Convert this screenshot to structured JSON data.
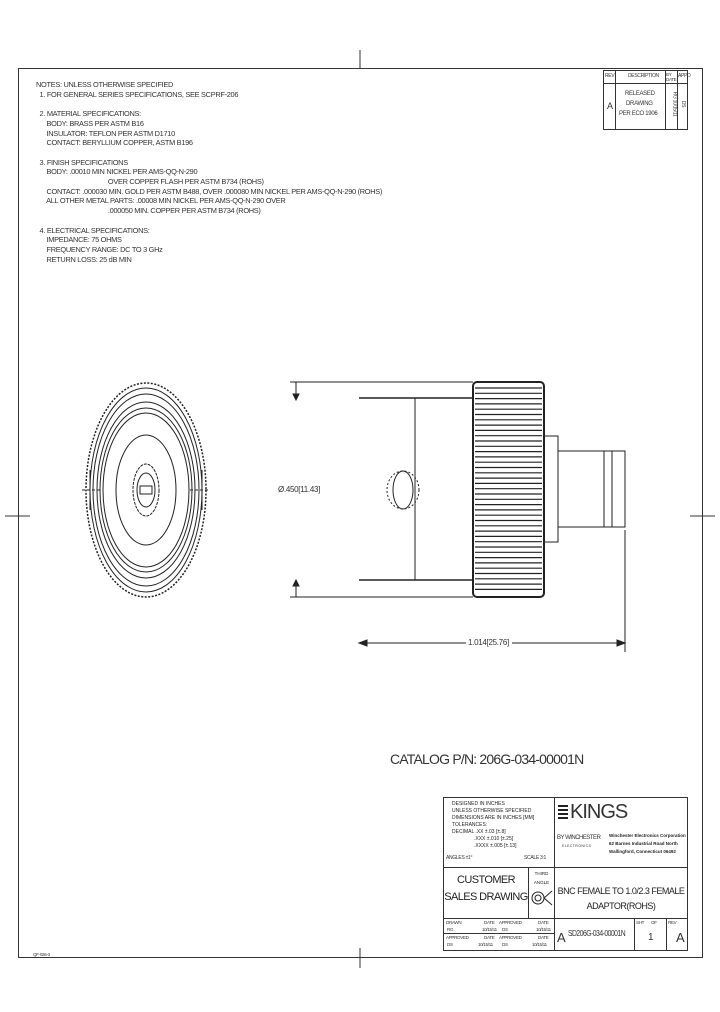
{
  "notes": {
    "header": "NOTES: UNLESS OTHERWISE SPECIFIED",
    "lines": [
      "  1. FOR GENERAL SERIES SPECIFICATIONS, SEE SCPRF-206",
      "",
      "  2. MATERIAL SPECIFICATIONS:",
      "      BODY: BRASS PER ASTM B16",
      "      INSULATOR: TEFLON PER ASTM D1710",
      "      CONTACT: BERYLLIUM COPPER, ASTM B196",
      "",
      "  3. FINISH SPECIFICATIONS",
      "      BODY: .00010 MIN NICKEL PER AMS-QQ-N-290",
      "                                         OVER COPPER FLASH PER ASTM B734 (ROHS)",
      "      CONTACT: .000030 MIN. GOLD PER ASTM B488, OVER .000080 MIN NICKEL PER AMS-QQ-N-290 (ROHS)",
      "      ALL OTHER METAL PARTS: .00008 MIN NICKEL PER AMS-QQ-N-290 OVER",
      "                                         .000050 MIN. COPPER PER ASTM B734 (ROHS)",
      "",
      "  4. ELECTRICAL SPECIFICATIONS:",
      "      IMPEDANCE: 75 OHMS",
      "      FREQUENCY RANGE: DC TO 3 GHz",
      "      RETURN LOSS: 25 dB MIN"
    ]
  },
  "revision_block": {
    "headers": [
      "REV",
      "DESCRIPTION",
      "BY DATE",
      "APPD"
    ],
    "rev": "A",
    "description": [
      "RELEASED",
      "DRAWING",
      "PER ECO 1906"
    ],
    "by_date": "RG 10/15/11",
    "appd": "DS"
  },
  "dimensions": {
    "diameter": "Ø.450[11.43]",
    "length": "1.014[25.76]"
  },
  "catalog": "CATALOG P/N: 206G-034-00001N",
  "title_block": {
    "tolerances": [
      "DESIGNED IN INCHES",
      "UNLESS OTHERWISE SPECIFIED",
      "DIMENSIONS ARE IN INCHES [MM]",
      "TOLERANCES:",
      "DECIMAL .XX ±.03 [±.8]",
      ".XXX ±.010 [±.25]",
      ".XXXX ±.005 [±.13]"
    ],
    "angles": "ANGLES ±1°",
    "scale": "SCALE 3:1",
    "brand": "KINGS",
    "by_label": "BY WINCHESTER",
    "by_sub": "ELECTRONICS",
    "company": [
      "Winchester Electronics Corporation",
      "62 Barnes Industrial Road North",
      "Wallingford, Connecticut 06492"
    ],
    "customer": [
      "CUSTOMER",
      "SALES DRAWING"
    ],
    "angle_label": [
      "THIRD",
      "ANGLE"
    ],
    "title": [
      "BNC FEMALE TO 1.0/2.3 FEMALE",
      "ADAPTOR(ROHS)"
    ],
    "drawn_label": "DRAWN",
    "drawn": "RG",
    "date_label": "DATE",
    "drawn_date": "10/15/11",
    "approved_label": "APPROVED",
    "approved1": "DS",
    "approved_date1": "10/15/11",
    "approved2_label": "APPROVED",
    "approved2": "DS",
    "date2_label": "DATE",
    "date2": "10/15/11",
    "approved3": "DS",
    "date3": "10/15/11",
    "size": "A",
    "part_number": "SD206G-034-00001N",
    "sheet_label": "SHT",
    "sheet": "1",
    "of_label": "OF",
    "rev_label": "REV",
    "rev": "A"
  },
  "footer_code": "QF-026-3"
}
